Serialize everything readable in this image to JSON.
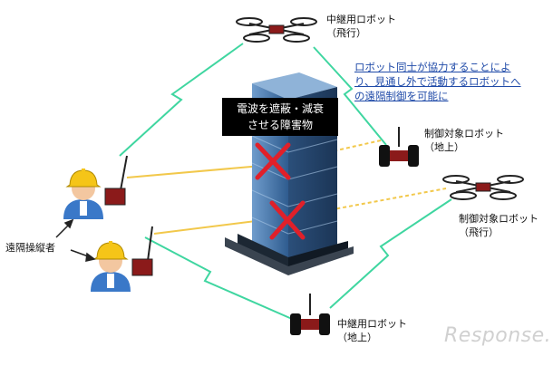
{
  "labels": {
    "relay_air_1": "中継用ロボット",
    "relay_air_2": "（飛行）",
    "target_ground_1": "制御対象ロボット",
    "target_ground_2": "（地上）",
    "target_air_1": "制御対象ロボット",
    "target_air_2": "（飛行）",
    "relay_ground_1": "中継用ロボット",
    "relay_ground_2": "（地上）",
    "operator": "遠隔操縦者"
  },
  "note": "ロボット同士が協力することにより、見通し外で活動するロボットへの遠隔制御を可能に",
  "obstacle": {
    "line1": "電波を遮蔽・減衰",
    "line2": "させる障害物"
  },
  "watermark": "Response.",
  "colors": {
    "link_green": "#3fd6a0",
    "direct_yellow": "#f2c84b",
    "block_red": "#e0202a",
    "building_blue": "#4f7fb4",
    "note_blue": "#1f4aa8"
  }
}
